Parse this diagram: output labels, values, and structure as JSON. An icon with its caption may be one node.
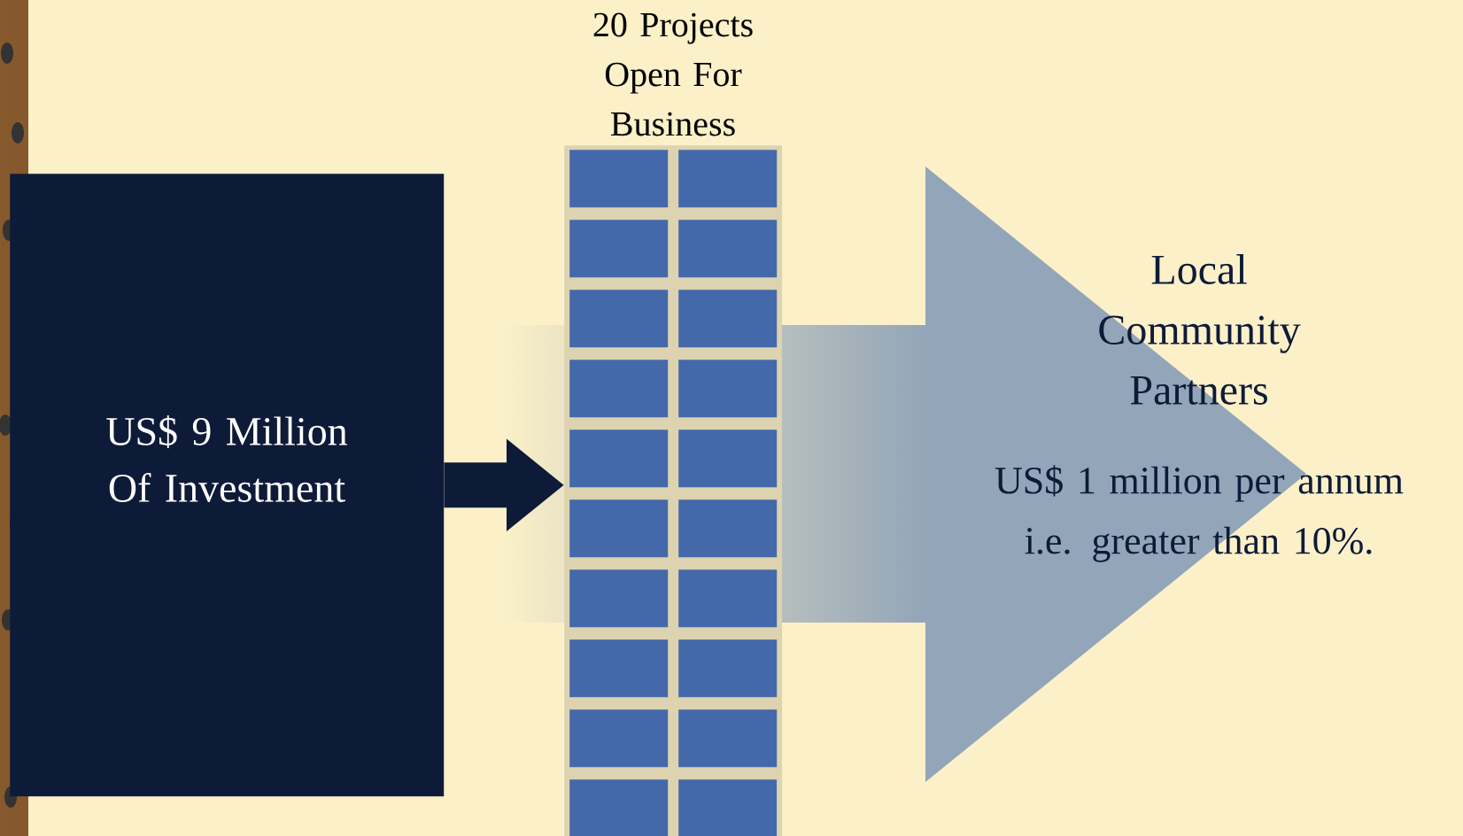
{
  "diagram": {
    "nodes": [
      {
        "text": [
          "US$ 9 Million Of Investment"
        ]
      },
      {
        "text": [
          "20 Projects Open For Business"
        ]
      },
      {
        "text": [],
        "shape": "box",
        "in": 1
      },
      {
        "text": [],
        "shape": "box",
        "in": 1
      },
      {
        "text": [],
        "shape": "box",
        "in": 1
      },
      {
        "text": [],
        "shape": "box",
        "in": 1
      },
      {
        "text": [],
        "shape": "box",
        "in": 1
      },
      {
        "text": [],
        "shape": "box",
        "in": 1
      },
      {
        "text": [],
        "shape": "box",
        "in": 1
      },
      {
        "text": [],
        "shape": "box",
        "in": 1
      },
      {
        "text": [],
        "shape": "box",
        "in": 1
      },
      {
        "text": [],
        "shape": "box",
        "in": 1
      },
      {
        "text": [],
        "shape": "box",
        "in": 1
      },
      {
        "text": [],
        "shape": "box",
        "in": 1
      },
      {
        "text": [],
        "shape": "box",
        "in": 1
      },
      {
        "text": [],
        "shape": "box",
        "in": 1
      },
      {
        "text": [],
        "shape": "box",
        "in": 1
      },
      {
        "text": [],
        "shape": "box",
        "in": 1
      },
      {
        "text": [],
        "shape": "box",
        "in": 1
      },
      {
        "text": [],
        "shape": "box",
        "in": 1
      },
      {
        "text": [],
        "shape": "box",
        "in": 1
      },
      {
        "text": [],
        "shape": "box",
        "in": 1
      },
      {
        "text": [
          "Local Community Partners",
          "US$ 1 million per annum i.e. greater than 10%."
        ]
      }
    ],
    "edges": [
      {
        "from": 0,
        "to": 1,
        "arrow": "to"
      }
    ]
  }
}
